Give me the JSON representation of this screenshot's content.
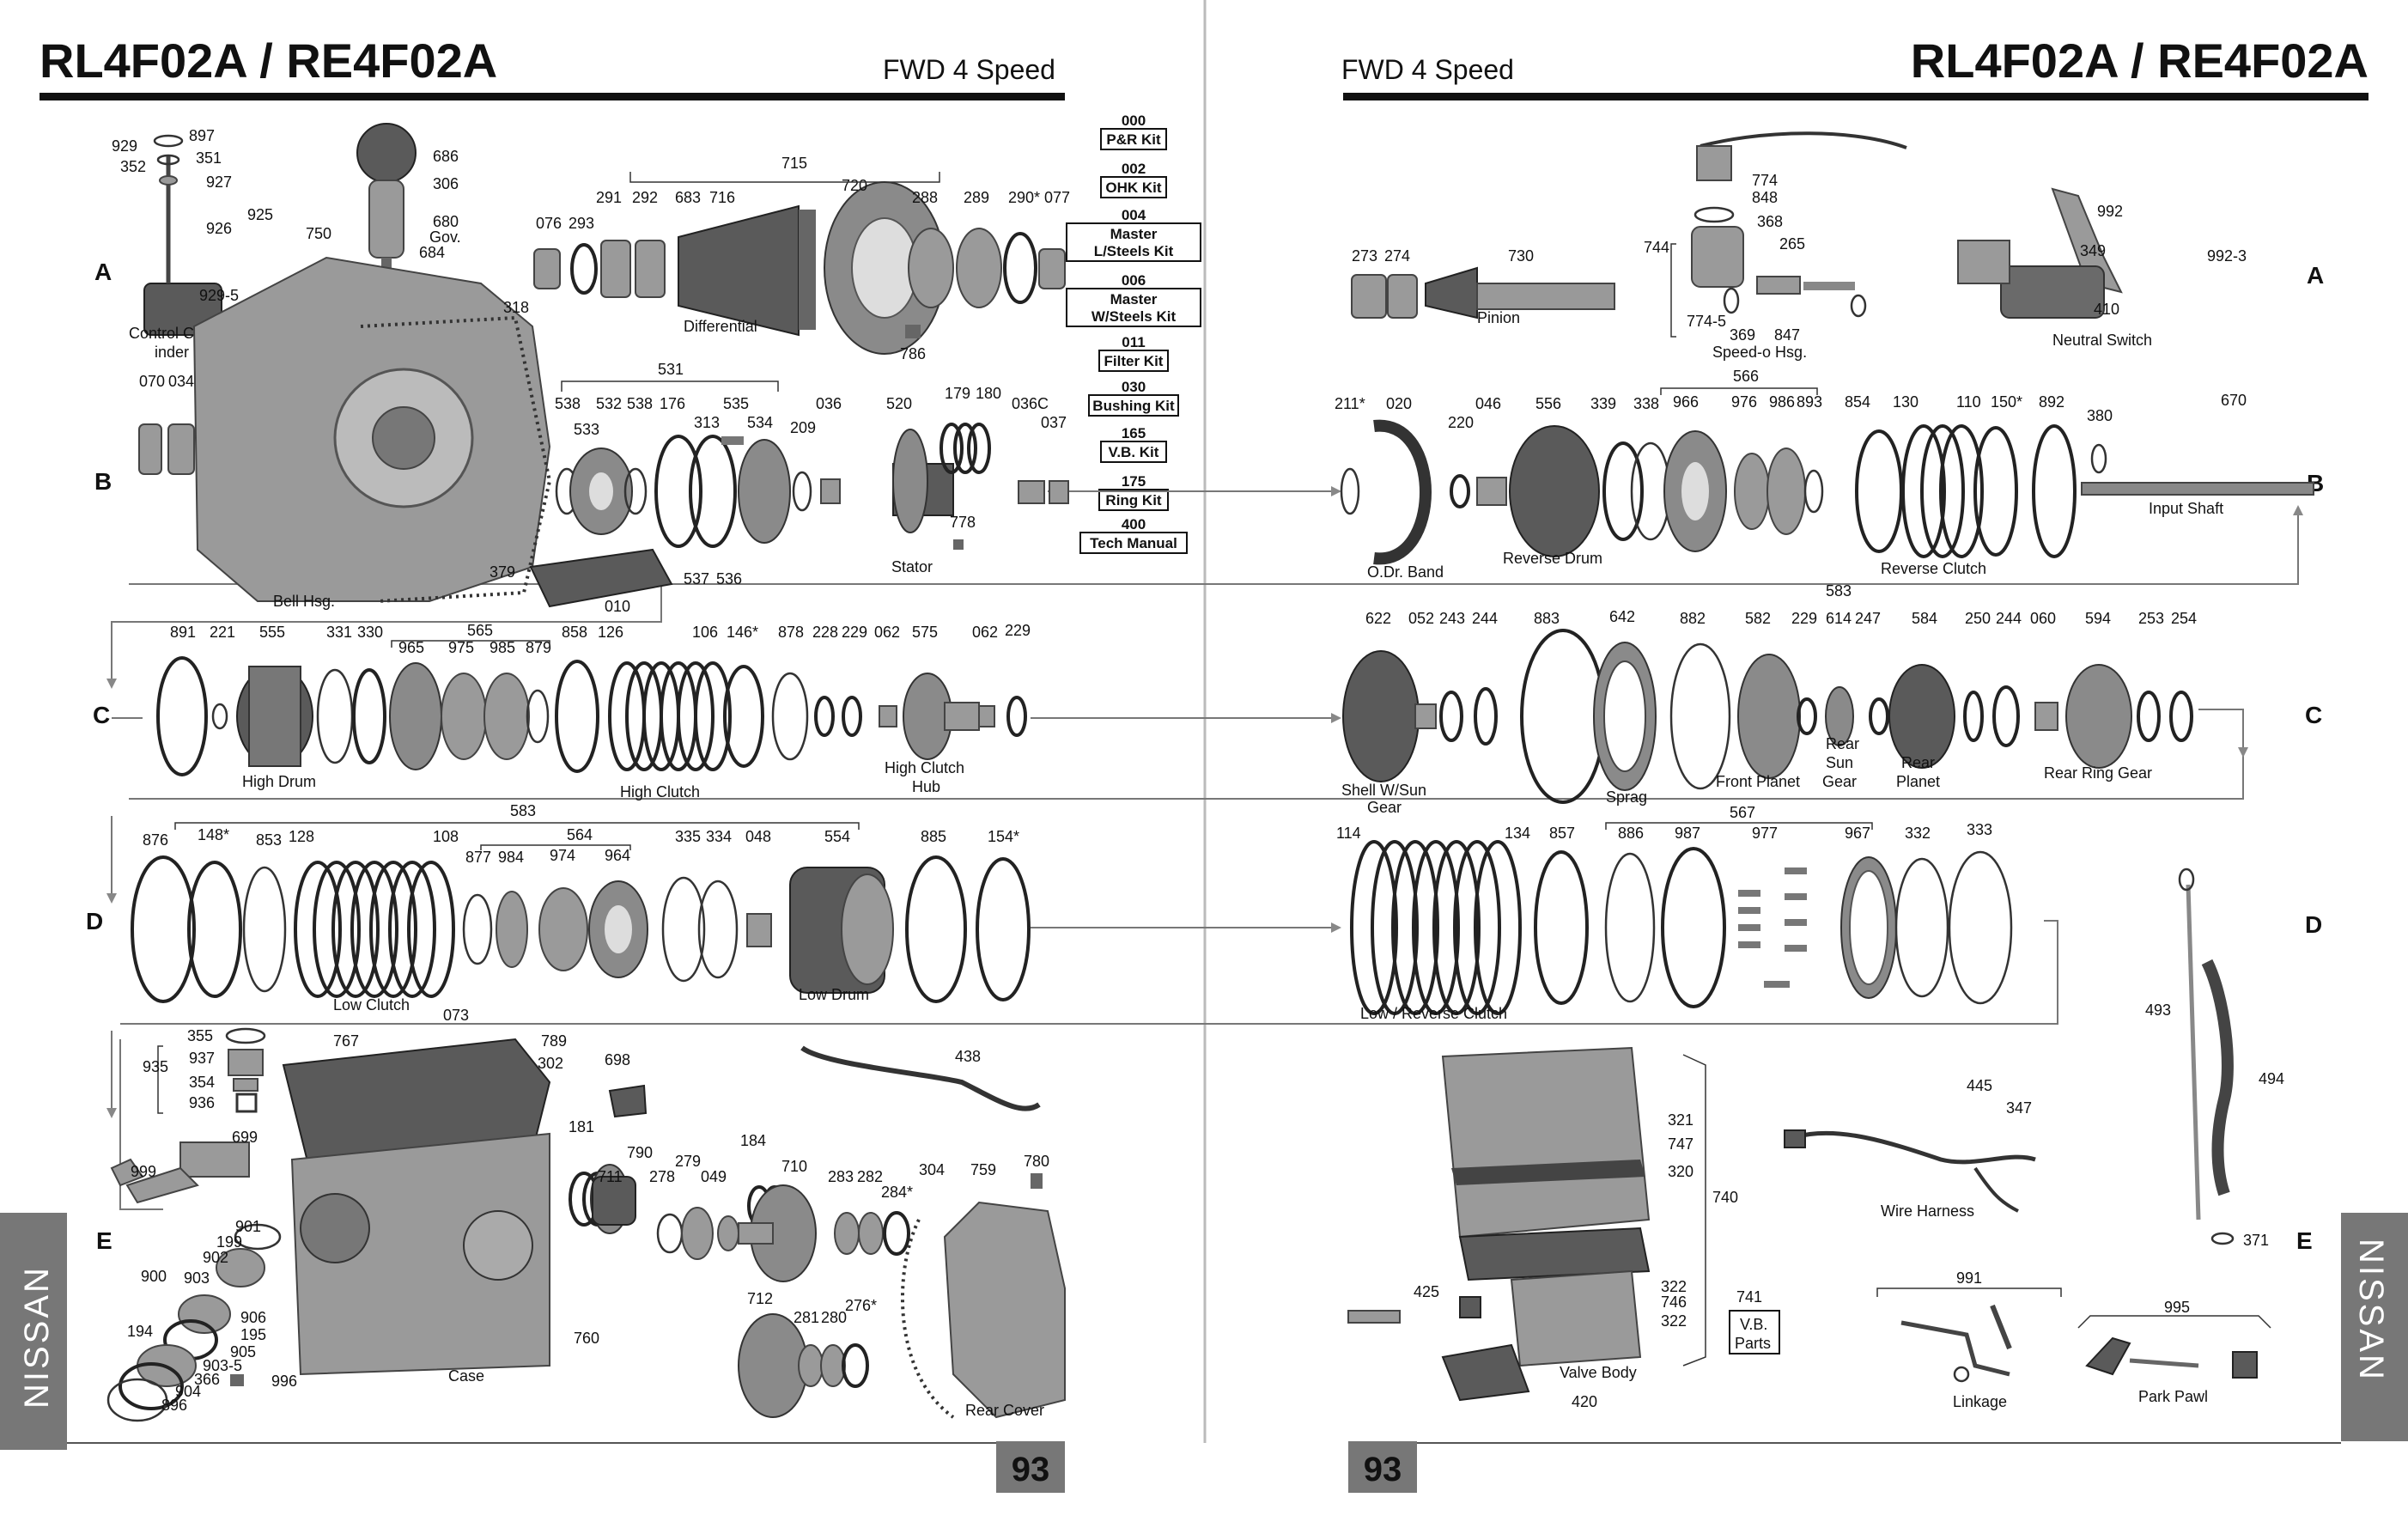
{
  "left_page": {
    "title": "RL4F02A / RE4F02A",
    "subtitle": "FWD 4 Speed",
    "page_number": "93",
    "side_tab": "NISSAN"
  },
  "right_page": {
    "title": "RL4F02A / RE4F02A",
    "subtitle": "FWD 4 Speed",
    "page_number": "93",
    "side_tab": "NISSAN"
  },
  "row_letters": [
    "A",
    "B",
    "C",
    "D",
    "E"
  ],
  "kits": [
    {
      "code": "000",
      "name": "P&R Kit"
    },
    {
      "code": "002",
      "name": "OHK Kit"
    },
    {
      "code": "004",
      "name": "Master L/Steels Kit"
    },
    {
      "code": "006",
      "name": "Master W/Steels Kit"
    },
    {
      "code": "011",
      "name": "Filter Kit"
    },
    {
      "code": "030",
      "name": "Bushing Kit"
    },
    {
      "code": "165",
      "name": "V.B. Kit"
    },
    {
      "code": "175",
      "name": "Ring Kit"
    },
    {
      "code": "400",
      "name": "Tech Manual"
    }
  ],
  "labels": {
    "control_cyl_1": "Control Cyl-",
    "control_cyl_2": "inder",
    "bell_hsg": "Bell Hsg.",
    "differential": "Differential",
    "stator": "Stator",
    "gov": "Gov.",
    "high_drum": "High Drum",
    "high_clutch": "High Clutch",
    "high_clutch_hub_1": "High Clutch",
    "high_clutch_hub_2": "Hub",
    "low_clutch": "Low Clutch",
    "low_drum": "Low Drum",
    "case": "Case",
    "rear_cover": "Rear Cover",
    "pinion": "Pinion",
    "speedo_hsg": "Speed-o Hsg.",
    "neutral_switch": "Neutral Switch",
    "odr_band": "O.Dr. Band",
    "reverse_drum": "Reverse Drum",
    "reverse_clutch": "Reverse Clutch",
    "input_shaft": "Input Shaft",
    "shell_sun_gear_1": "Shell W/Sun",
    "shell_sun_gear_2": "Gear",
    "sprag": "Sprag",
    "front_planet": "Front Planet",
    "rear_sun_gear_1": "Rear",
    "rear_sun_gear_2": "Sun",
    "rear_sun_gear_3": "Gear",
    "rear_planet_1": "Rear",
    "rear_planet_2": "Planet",
    "rear_ring_gear": "Rear Ring Gear",
    "low_reverse_clutch": "Low / Reverse Clutch",
    "wire_harness": "Wire Harness",
    "valve_body": "Valve Body",
    "vb_parts_1": "V.B.",
    "vb_parts_2": "Parts",
    "linkage": "Linkage",
    "park_pawl": "Park Pawl"
  },
  "part_numbers": {
    "left_a": [
      "929",
      "897",
      "351",
      "352",
      "927",
      "926",
      "929-5",
      "925",
      "750",
      "686",
      "306",
      "680",
      "684",
      "715",
      "291",
      "292",
      "683",
      "716",
      "720",
      "288",
      "289",
      "290*",
      "077",
      "076",
      "293",
      "786"
    ],
    "left_b": [
      "318",
      "070",
      "034",
      "531",
      "538",
      "532",
      "538",
      "176",
      "313",
      "535",
      "534",
      "209",
      "036",
      "520",
      "179",
      "180",
      "036C",
      "037",
      "533",
      "778",
      "379",
      "010",
      "537",
      "536"
    ],
    "left_c": [
      "891",
      "221",
      "555",
      "331",
      "330",
      "565",
      "965",
      "975",
      "985",
      "879",
      "858",
      "126",
      "106",
      "146*",
      "878",
      "228",
      "229",
      "062",
      "575",
      "062",
      "229"
    ],
    "left_d": [
      "583",
      "876",
      "148*",
      "853",
      "128",
      "108",
      "564",
      "877",
      "984",
      "974",
      "964",
      "335",
      "334",
      "048",
      "554",
      "885",
      "154*"
    ],
    "left_e": [
      "355",
      "937",
      "354",
      "936",
      "935",
      "073",
      "789",
      "767",
      "302",
      "698",
      "438",
      "699",
      "999",
      "181",
      "790",
      "279",
      "184",
      "710",
      "283",
      "282",
      "284*",
      "304",
      "759",
      "780",
      "711",
      "278",
      "049",
      "901",
      "199",
      "902",
      "903",
      "900",
      "906",
      "195",
      "194",
      "905",
      "903-5",
      "366",
      "904",
      "896",
      "996",
      "760",
      "712",
      "281",
      "280",
      "276*"
    ],
    "right_a": [
      "774",
      "848",
      "368",
      "744",
      "265",
      "273",
      "274",
      "730",
      "774-5",
      "369",
      "847",
      "992",
      "349",
      "992-3",
      "410"
    ],
    "right_b": [
      "211*",
      "020",
      "220",
      "046",
      "556",
      "339",
      "338",
      "566",
      "966",
      "976",
      "986",
      "893",
      "854",
      "130",
      "110",
      "150*",
      "892",
      "380",
      "670",
      "583"
    ],
    "right_c": [
      "622",
      "052",
      "243",
      "244",
      "883",
      "642",
      "882",
      "582",
      "229",
      "614",
      "247",
      "584",
      "250",
      "244",
      "060",
      "594",
      "253",
      "254"
    ],
    "right_d": [
      "114",
      "134",
      "857",
      "567",
      "886",
      "987",
      "977",
      "967",
      "332",
      "333",
      "493",
      "494",
      "371"
    ],
    "right_e": [
      "321",
      "747",
      "320",
      "740",
      "322",
      "746",
      "322",
      "425",
      "420",
      "741",
      "445",
      "347",
      "991",
      "995"
    ]
  }
}
